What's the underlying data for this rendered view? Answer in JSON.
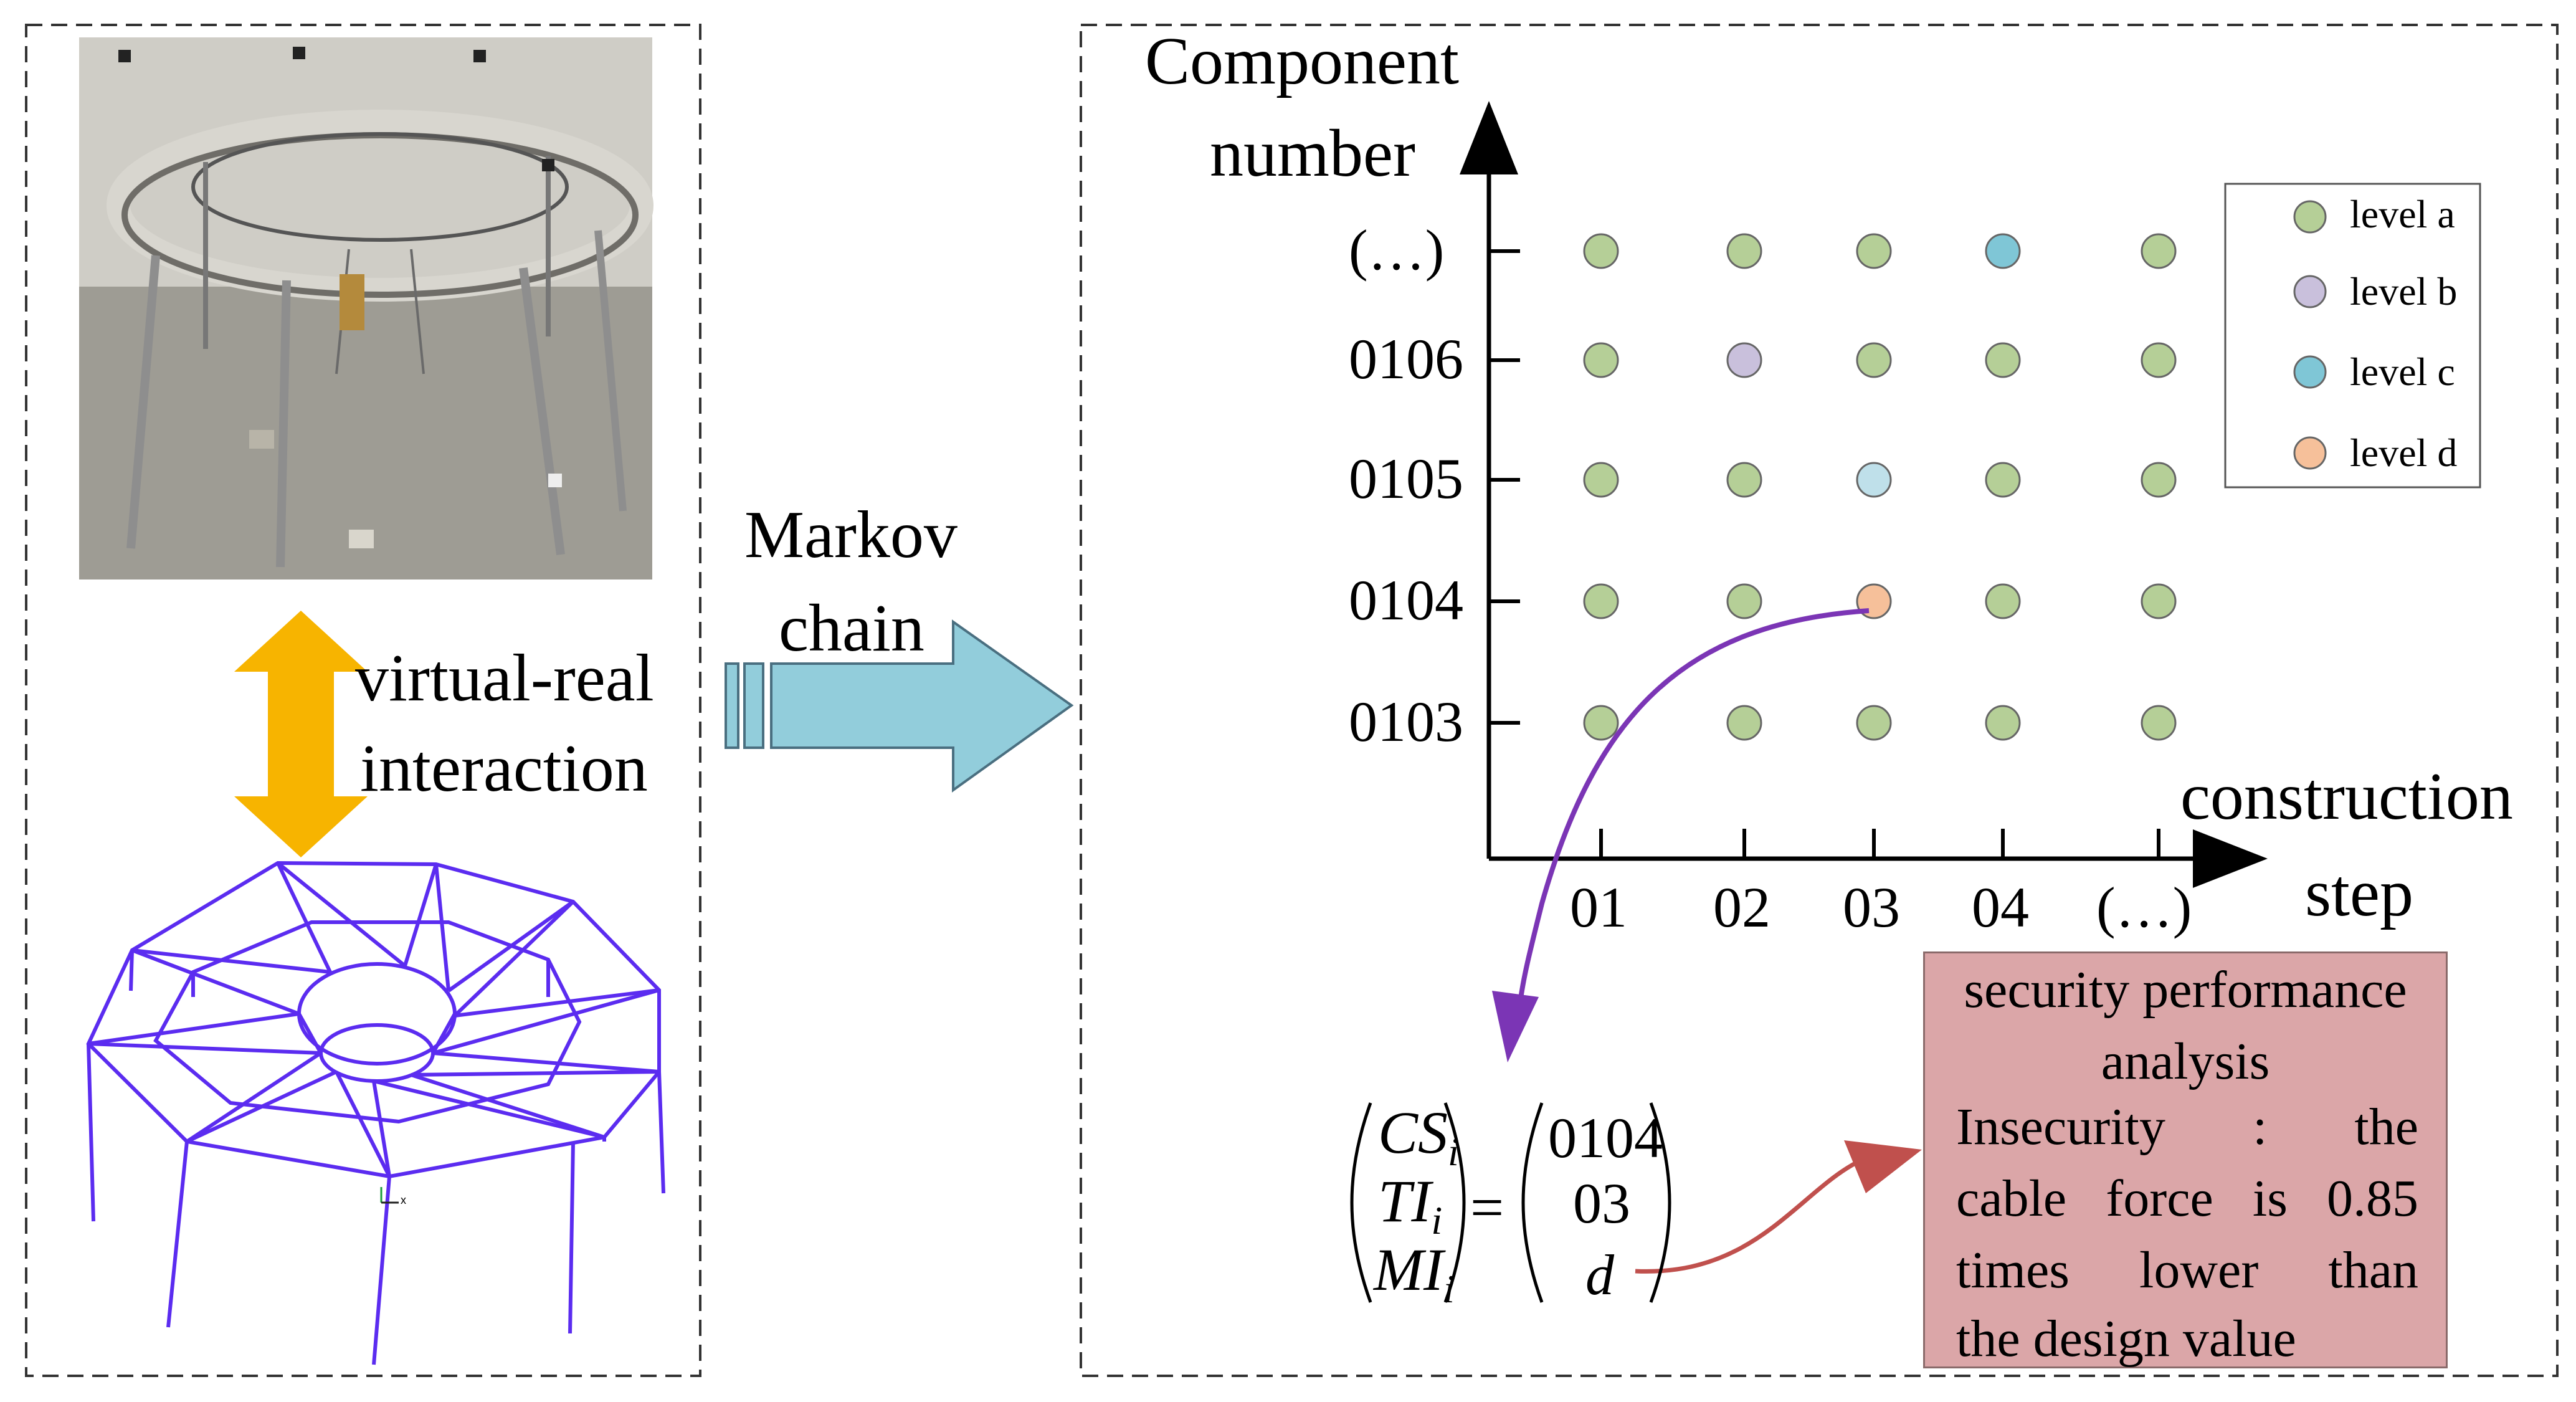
{
  "left_panel": {
    "interaction_label_1": "virtual-real",
    "interaction_label_2": "interaction"
  },
  "arrow": {
    "label_1": "Markov",
    "label_2": "chain"
  },
  "chart": {
    "ylabel_1": "Component",
    "ylabel_2": "number",
    "xlabel_1": "construction",
    "xlabel_2": "step",
    "y_ticks": [
      "0103",
      "0104",
      "0105",
      "0106",
      "(…)"
    ],
    "x_ticks": [
      "01",
      "02",
      "03",
      "04",
      "(…)"
    ],
    "legend": [
      "level a",
      "level b",
      "level c",
      "level d"
    ],
    "colors": {
      "level a": "#b5cf97",
      "level b": "#c9c0dc",
      "level c": "#7fc6d6",
      "level d": "#f6c09a",
      "level c light": "#bfe0ea",
      "arrow_purple": "#7b35b5",
      "arrow_red": "#c0504d"
    }
  },
  "chart_data": {
    "type": "scatter",
    "title": "",
    "xlabel": "construction step",
    "ylabel": "Component number",
    "x_categories": [
      "01",
      "02",
      "03",
      "04",
      "(…)"
    ],
    "y_categories": [
      "0103",
      "0104",
      "0105",
      "0106",
      "(…)"
    ],
    "series": [
      {
        "name": "level a",
        "points": [
          [
            "01",
            "0103"
          ],
          [
            "02",
            "0103"
          ],
          [
            "03",
            "0103"
          ],
          [
            "04",
            "0103"
          ],
          [
            "(…)",
            "0103"
          ],
          [
            "01",
            "0104"
          ],
          [
            "02",
            "0104"
          ],
          [
            "04",
            "0104"
          ],
          [
            "(…)",
            "0104"
          ],
          [
            "01",
            "0105"
          ],
          [
            "02",
            "0105"
          ],
          [
            "04",
            "0105"
          ],
          [
            "(…)",
            "0105"
          ],
          [
            "01",
            "0106"
          ],
          [
            "03",
            "0106"
          ],
          [
            "04",
            "0106"
          ],
          [
            "(…)",
            "0106"
          ],
          [
            "01",
            "(…)"
          ],
          [
            "02",
            "(…)"
          ],
          [
            "03",
            "(…)"
          ],
          [
            "(…)",
            "(…)"
          ]
        ]
      },
      {
        "name": "level b",
        "points": [
          [
            "02",
            "0106"
          ]
        ]
      },
      {
        "name": "level c",
        "points": [
          [
            "03",
            "0105"
          ],
          [
            "04",
            "(…)"
          ]
        ]
      },
      {
        "name": "level d",
        "points": [
          [
            "03",
            "0104"
          ]
        ]
      }
    ],
    "legend_position": "top-right"
  },
  "equation": {
    "lhs": [
      "CS",
      "TI",
      "MI"
    ],
    "subscript": "i",
    "equals": "=",
    "rhs": [
      "0104",
      "03",
      "d"
    ]
  },
  "security": {
    "title_1": "security performance",
    "title_2": "analysis",
    "line_1": "Insecurity  :  the",
    "line_2": "cable force is 0.85",
    "line_3": "times  lower  than",
    "line_4": "the design value"
  }
}
